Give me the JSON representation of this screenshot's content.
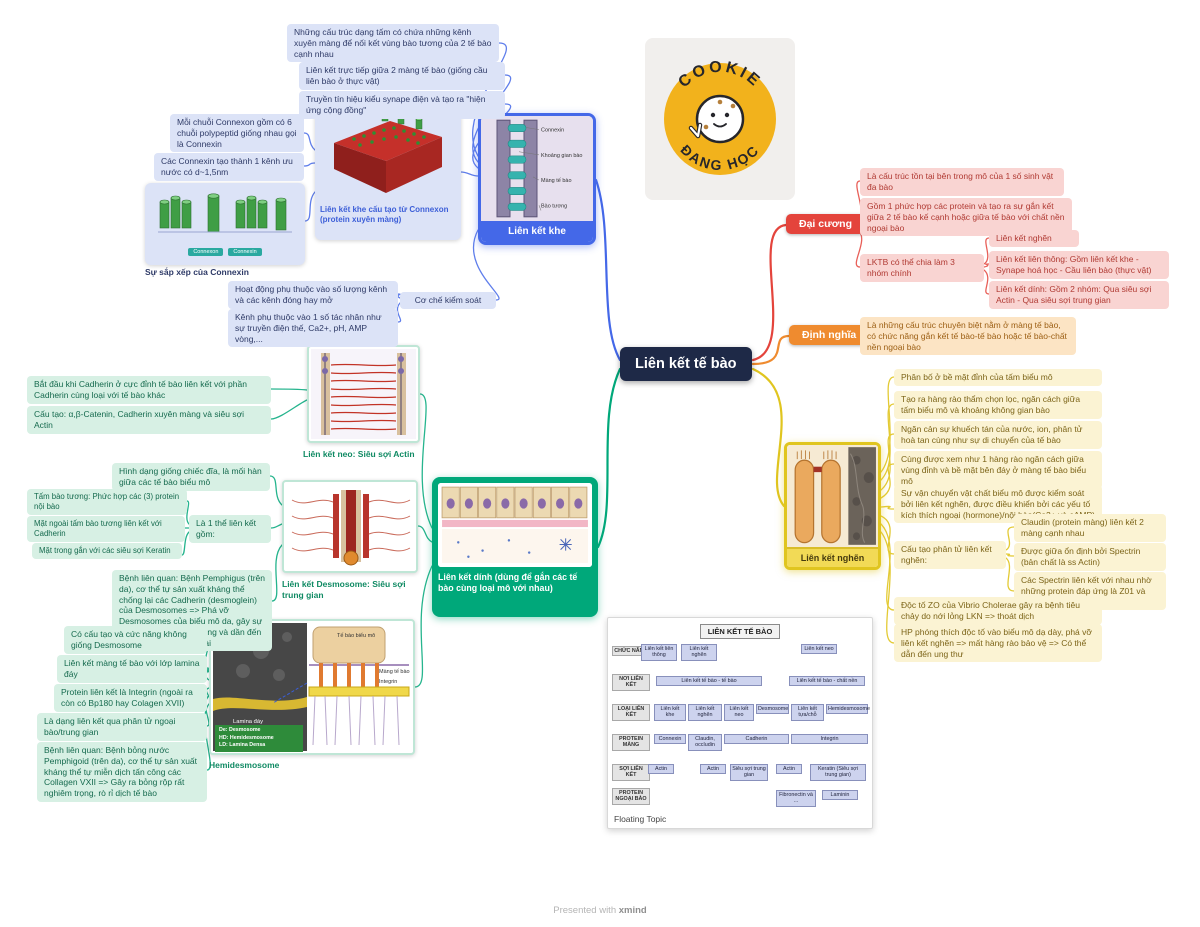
{
  "palette": {
    "center_navy": "#1e2947",
    "khe_blue": "#4468e8",
    "dinh_green": "#00a87a",
    "daicuong_red": "#e4443c",
    "dinhnghia_orange": "#ef8b2f",
    "nghen_yellow": "#e0c51f"
  },
  "center": {
    "title": "Liên kết tế bào"
  },
  "logo": {
    "arc_top": "COOKIE",
    "arc_bottom": "ĐANG HỌC"
  },
  "footer": {
    "prefix": "Presented with",
    "brand": "xmind"
  },
  "khe": {
    "title": "Liên kết khe",
    "caption_connexon_img": "Liên kết khe cấu tạo từ Connexon (protein xuyên màng)",
    "caption_arrangement": "Sự sắp xếp của Connexin",
    "chips": {
      "connexon": "Connexon",
      "connexin": "Connexin"
    },
    "img_labels": {
      "connexin": "Connexin",
      "gap_space": "Khoảng gian bào",
      "membrane": "Màng tế bào",
      "cytoplasm": "Bào tương"
    },
    "notes": {
      "plate": "Những cấu trúc dạng tấm có chứa những kênh xuyên màng để nối kết vùng bào tương của 2 tế bào cạnh nhau",
      "direct": "Liên kết trực tiếp giữa 2 màng tế bào (giống cầu liên bào ở thực vật)",
      "signal": "Truyền tín hiệu kiểu synape điện và tạo ra \"hiện ứng cộng đồng\"",
      "connexon_six": "Mỗi chuỗi Connexon gồm có 6 chuỗi polypeptid giống nhau gọi là Connexin",
      "channel_d": "Các Connexin tạo thành 1 kênh ưu nước có d~1,5nm",
      "control_title": "Cơ chế kiểm soát",
      "control_channels": "Hoạt động phụ thuộc vào số lượng kênh và các kênh đóng hay mở",
      "control_factors": "Kênh phụ thuộc vào 1 số tác nhân như sự truyền điện thế, Ca2+, pH, AMP vòng,..."
    }
  },
  "dinh": {
    "title": "Liên kết dính (dùng để gắn các tế bào cùng loại mô với nhau)",
    "neo": {
      "caption": "Liên kết neo: Siêu sợi Actin",
      "start": "Bắt đầu khi Cadherin ở cực đỉnh tế bào liên kết với phần Cadherin cùng loại với tế bào khác",
      "structure": "Cấu tạo: α,β-Catenin, Cadherin xuyên màng và siêu sợi Actin"
    },
    "desmosome": {
      "caption": "Liên kết Desmosome: Siêu sợi trung gian",
      "shape": "Hình dạng giống chiếc đĩa, là mối hàn giữa các tế bào biểu mô",
      "complex_title": "Là 1 thể liên kết gồm:",
      "plaque": "Tấm bào tương: Phức hợp các (3) protein nội bào",
      "outer": "Mặt ngoài tấm bào tương liên kết với Cadherin",
      "inner": "Mặt trong gắn với các siêu sợi Keratin",
      "disease": "Bệnh liên quan: Bệnh Pemphigus (trên da), cơ thể tự sản xuất kháng thể chống lại các Cadherin (desmoglein) của Desmosomes => Phá vỡ Desmosomes của biểu mô da, gây sự bỏng rộp rất nghiêm trọng và dần đến rò rỉ dịch cơ thể ra ngoài"
    },
    "hemi": {
      "caption": "Hemidesmosome",
      "not_same": "Có cấu tạo và cức năng không giống Desmosome",
      "lamina": "Liên kết màng tế bào với lớp lamina đáy",
      "integrin": "Protein liên kết là Integrin (ngoài ra còn có Bp180 hay Colagen XVII)",
      "via_molecule": "Là dạng liên kết qua phân tử ngoại bào/trung gian",
      "disease": "Bệnh liên quan: Bệnh bỏng nước Pemphigoid (trên da), cơ thể tự sản xuất kháng thể tự miễn dịch tấn công các Collagen VXII => Gây ra bỏng rộp rất nghiêm trọng, rò rỉ dịch tế bào",
      "img_labels": {
        "cell": "Tế bào biểu mô",
        "integrin": "Integrin",
        "membrane": "Màng tế bào",
        "lamina": "Lamina đáy",
        "legend1": "De:  Desmosome",
        "legend2": "HD: Hemidesmosome",
        "legend3": "LD: Lamina Densa"
      }
    }
  },
  "daicuong": {
    "title": "Đại cương",
    "notes": {
      "exists": "Là cấu trúc tồn tại bên trong mô của 1 số sinh vật đa bào",
      "complex": "Gồm 1 phức hợp các protein và tạo ra sự gắn kết giữa 2 tế bào kế cạnh hoặc giữa tế bào với chất nền ngoại bào",
      "three_groups": "LKTB có thể chia làm 3 nhóm chính",
      "group1": "Liên kết nghẽn",
      "group2": "Liên kết liên thông: Gồm liên kết khe - Synape hoá học - Cầu liên bào (thực vật)",
      "group3": "Liên kết dính: Gồm 2 nhóm: Qua siêu sợi Actin - Qua siêu sợi trung gian"
    }
  },
  "dinhnghia": {
    "title": "Định nghĩa",
    "note": "Là những cấu trúc chuyên biệt nằm ở màng tế bào, có chức năng gắn kết tế bào-tế bào hoặc tế bào-chất nền ngoại bào"
  },
  "nghen": {
    "title": "Liên kết nghẽn",
    "notes": {
      "position": "Phân bố ở bề mặt đỉnh của tấm biểu mô",
      "barrier": "Tạo ra hàng rào thẩm chọn lọc, ngăn cách giữa tấm biểu mô và khoảng không gian bào",
      "diffusion": "Ngăn cản sự khuếch tán của nước, ion, phân tử hoà tan cùng như sự di chuyển của tế bào",
      "fence": "Cùng được xem như 1 hàng rào ngăn cách giữa vùng đỉnh và bề mặt bên đáy ở màng tế bào biểu mô",
      "transport": "Sự vận chuyển vật chất biểu mô được kiểm soát bởi liên kết nghẽn, được điều khiển bởi các yếu tố kích thích ngoại (hormone)/nội bào(Ca2+ và cAMP)",
      "structure_title": "Cấu tạo phân tử liên kết nghẽn:",
      "claudin": "Claudin (protein màng) liên kết 2 màng cạnh nhau",
      "spectrin": "Được giữa ổn định bởi Spectrin (bản chất là ss Actin)",
      "zo_proteins": "Các Spectrin liên kết với nhau nhờ những protein đáp ứng là Z01 và Z02",
      "toxin": "Độc tố ZO của Vibrio Cholerae gây ra bệnh tiêu chảy do nới lỏng LKN => thoát dịch",
      "hp": "HP phóng thích độc tố vào biểu mô dạ dày, phá vỡ liên kết nghẽn => mất hàng rào bảo vệ => Có thể dẫn đến ung thư"
    }
  },
  "floating": {
    "label": "Floating Topic",
    "table": {
      "title": "LIÊN KẾT TẾ BÀO",
      "row_labels": [
        "CHỨC NĂNG",
        "NƠI LIÊN KẾT",
        "LOẠI LIÊN KẾT",
        "PROTEIN MÀNG",
        "SỢI LIÊN KẾT",
        "PROTEIN NGOẠI BÀO"
      ],
      "chucnang": [
        "Liên kết liên thông",
        "Liên kết nghẽn",
        "Liên kết neo"
      ],
      "noi": [
        "Liên kết tế bào - tế bào",
        "Liên kết tế bào - chất nền"
      ],
      "loai": [
        "Liên kết khe",
        "Liên kết nghẽn",
        "Liên kết neo",
        "Desmosome",
        "Liên kết tựa/chỗ",
        "Hemidesmosome"
      ],
      "protein_mang": [
        "Connexin",
        "Claudin, occludin",
        "Cadherin",
        "Integrin"
      ],
      "soi": [
        "Actin",
        "Actin",
        "Siêu sợi trung gian",
        "Actin",
        "Keratin (Siêu sợi trung gian)"
      ],
      "protein_ngoai": [
        "Fibronectin và ...",
        "Laminin"
      ]
    }
  }
}
